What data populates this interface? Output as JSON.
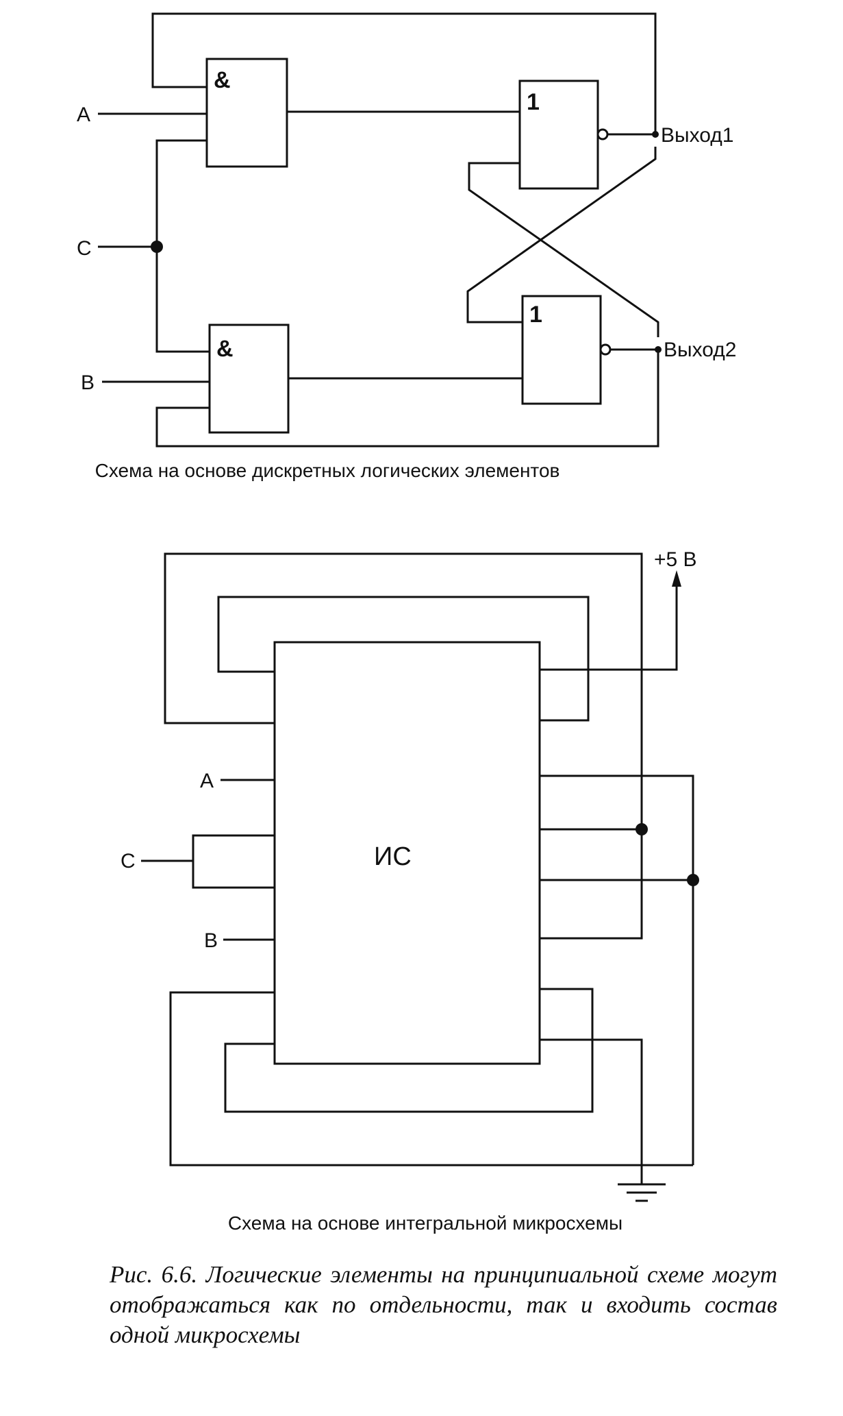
{
  "top_circuit": {
    "gate_and_label": "&",
    "gate_or_label": "1",
    "input_a": "A",
    "input_c": "C",
    "input_b": "B",
    "output1": "Выход1",
    "output2": "Выход2",
    "caption": "Схема на основе дискретных логических элементов"
  },
  "bottom_circuit": {
    "ic_label": "ИС",
    "power_label": "+5 В",
    "input_a": "A",
    "input_c": "C",
    "input_b": "B",
    "caption": "Схема на основе интегральной микросхемы"
  },
  "figure_caption": "Рис. 6.6. Логические элементы на принципиальной схеме могут отображаться как по отдельности, так и входить состав одной микросхемы"
}
